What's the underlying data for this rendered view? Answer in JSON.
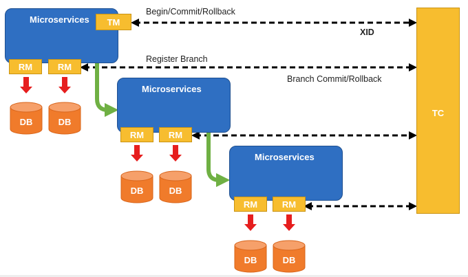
{
  "colors": {
    "microservice_fill": "#2f6fc2",
    "tag_fill": "#f7bd2f",
    "db_fill": "#f07b2b",
    "db_top": "#f6a06a",
    "red_arrow": "#e61e1e",
    "green_arrow": "#6fb043",
    "dashed_arrow": "#000000"
  },
  "icons": {
    "database": "db-cylinder-icon"
  },
  "tc": {
    "label": "TC"
  },
  "labels": {
    "begin_commit_rollback": "Begin/Commit/Rollback",
    "xid": "XID",
    "register_branch": "Register Branch",
    "branch_commit_rollback": "Branch Commit/Rollback"
  },
  "services": [
    {
      "label": "Microservices",
      "tm": "TM",
      "rms": [
        "RM",
        "RM"
      ],
      "dbs": [
        "DB",
        "DB"
      ]
    },
    {
      "label": "Microservices",
      "rms": [
        "RM",
        "RM"
      ],
      "dbs": [
        "DB",
        "DB"
      ]
    },
    {
      "label": "Microservices",
      "rms": [
        "RM",
        "RM"
      ],
      "dbs": [
        "DB",
        "DB"
      ]
    }
  ]
}
